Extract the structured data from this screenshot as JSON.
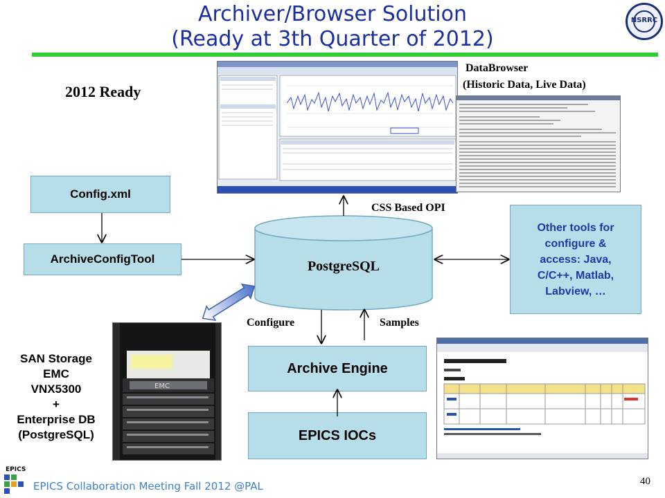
{
  "title": {
    "line1": "Archiver/Browser Solution",
    "line2": "(Ready at 3th Quarter of 2012)"
  },
  "logo": {
    "text": "NSRRC"
  },
  "ready_label": "2012 Ready",
  "databrowser": {
    "line1": "DataBrowser",
    "line2": "(Historic Data, Live Data)"
  },
  "boxes": {
    "config_xml": "Config.xml",
    "archive_config_tool": "ArchiveConfigTool",
    "postgresql": "PostgreSQL",
    "other_tools": [
      "Other tools for",
      "configure &",
      "access: Java,",
      "C/C++,  Matlab,",
      "Labview, …"
    ],
    "archive_engine": "Archive Engine",
    "epics_iocs": "EPICS IOCs"
  },
  "arrow_labels": {
    "css_opi": "CSS Based OPI",
    "configure": "Configure",
    "samples": "Samples"
  },
  "san": [
    "SAN Storage",
    "EMC",
    "VNX5300",
    "+",
    "Enterprise DB",
    "(PostgreSQL)"
  ],
  "footer": "EPICS Collaboration Meeting Fall 2012 @PAL",
  "page_number": "40",
  "epics_logo_text": "EPICS",
  "colors": {
    "title": "#1a2fa0",
    "title_rule": "#33cc33",
    "box_fill": "#b7dde8",
    "box_text_blue": "#1f36a8",
    "footer": "#3d7fd1"
  }
}
